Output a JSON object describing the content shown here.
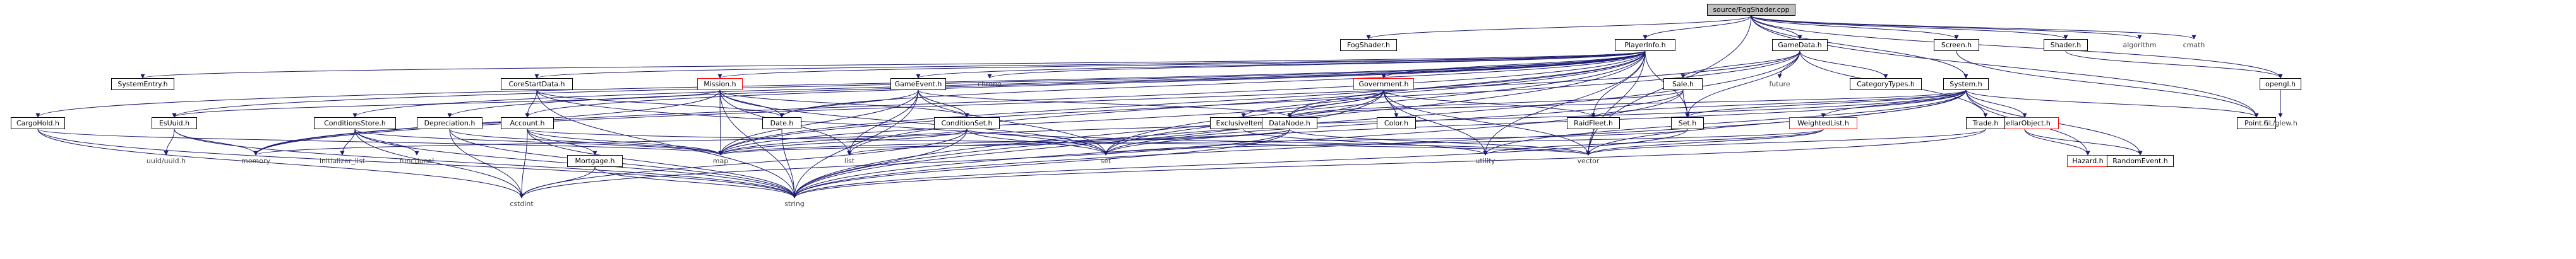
{
  "colors": {
    "edge": "#191970",
    "box_border": "#000000",
    "red_border": "#ff0000",
    "root_fill": "#bfbfbf",
    "sys_text": "#404040"
  },
  "nodes": {
    "source_FogShader_cpp": "source/FogShader.cpp",
    "FogShader_h": "FogShader.h",
    "PlayerInfo_h": "PlayerInfo.h",
    "GameData_h": "GameData.h",
    "Screen_h": "Screen.h",
    "Shader_h": "Shader.h",
    "algorithm": "algorithm",
    "cmath": "cmath",
    "CargoHold_h": "CargoHold.h",
    "SystemEntry_h": "SystemEntry.h",
    "EsUuid_h": "EsUuid.h",
    "ConditionsStore_h": "ConditionsStore.h",
    "Depreciation_h": "Depreciation.h",
    "CoreStartData_h": "CoreStartData.h",
    "Account_h": "Account.h",
    "Mission_h": "Mission.h",
    "GameEvent_h": "GameEvent.h",
    "chrono": "chrono",
    "Government_h": "Government.h",
    "future": "future",
    "CategoryTypes_h": "CategoryTypes.h",
    "Sale_h": "Sale.h",
    "System_h": "System.h",
    "opengl_h": "opengl.h",
    "Date_h": "Date.h",
    "ConditionSet_h": "ConditionSet.h",
    "ExclusiveItem_h": "ExclusiveItem.h",
    "DataNode_h": "DataNode.h",
    "Color_h": "Color.h",
    "RaidFleet_h": "RaidFleet.h",
    "Set_h": "Set.h",
    "WeightedList_h": "WeightedList.h",
    "StellarObject_h": "StellarObject.h",
    "Trade_h": "Trade.h",
    "Point_h": "Point.h",
    "GL_glew_h": "GL/glew.h",
    "uuid_uuid_h": "uuid/uuid.h",
    "memory": "memory",
    "initializer_list": "initializer_list",
    "functional": "functional",
    "Mortgage_h": "Mortgage.h",
    "map": "map",
    "list": "list",
    "set": "set",
    "utility": "utility",
    "vector": "vector",
    "Hazard_h": "Hazard.h",
    "RandomEvent_h": "RandomEvent.h",
    "cstdint": "cstdint",
    "string": "string"
  }
}
